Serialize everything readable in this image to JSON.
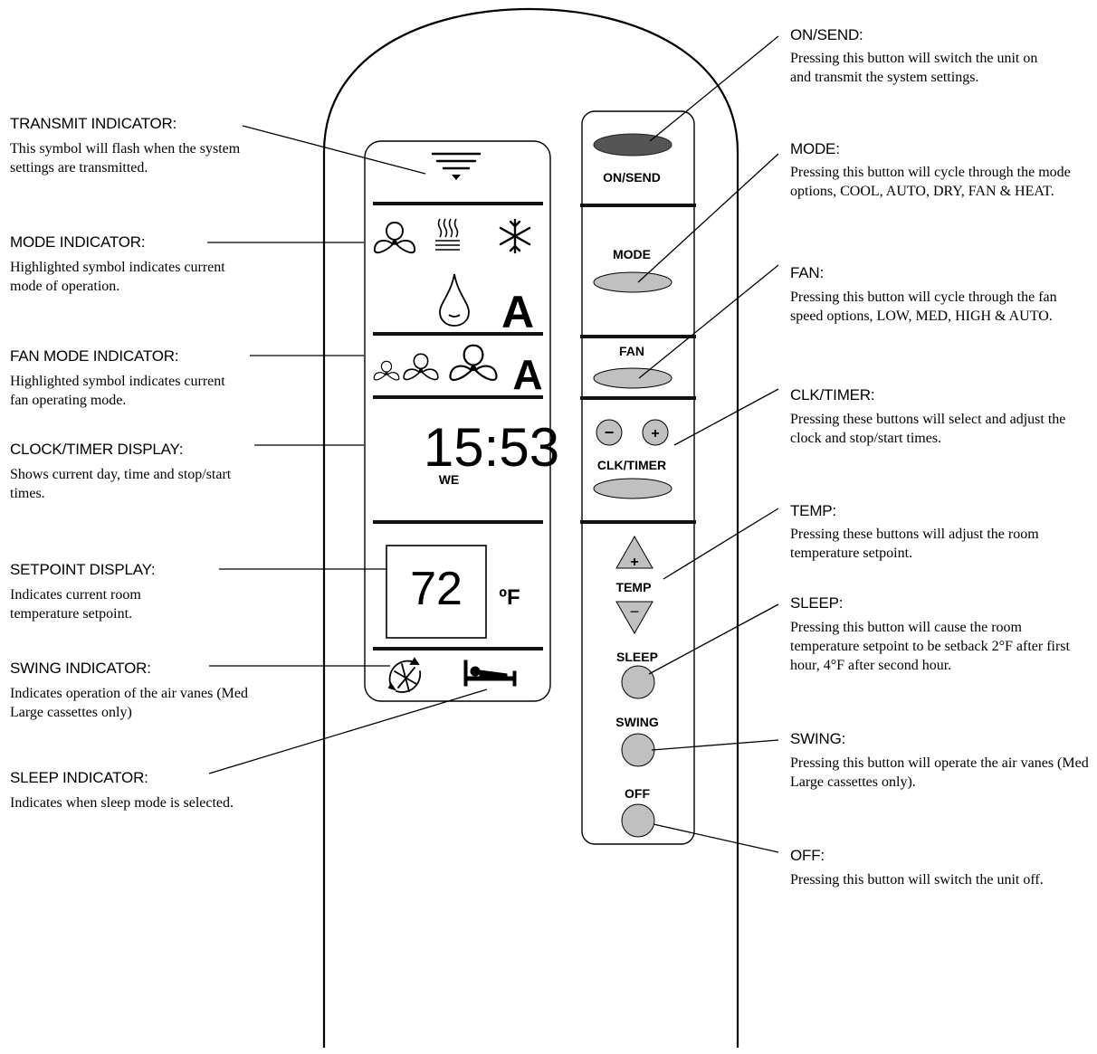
{
  "left_labels": [
    {
      "id": "transmit",
      "title": "TRANSMIT INDICATOR:",
      "desc": "This symbol will flash when the system settings are transmitted."
    },
    {
      "id": "mode",
      "title": "MODE INDICATOR:",
      "desc": "Highlighted symbol indicates current mode of operation."
    },
    {
      "id": "fanmode",
      "title": "FAN MODE INDICATOR:",
      "desc": "Highlighted symbol indicates current fan operating mode."
    },
    {
      "id": "clock",
      "title": "CLOCK/TIMER DISPLAY:",
      "desc": "Shows current day, time and stop/start times."
    },
    {
      "id": "setpoint",
      "title": "SETPOINT DISPLAY:",
      "desc": "Indicates current room temperature setpoint."
    },
    {
      "id": "swing",
      "title": "SWING INDICATOR:",
      "desc": "Indicates operation of the air vanes (Med Large cassettes only)"
    },
    {
      "id": "sleep",
      "title": "SLEEP INDICATOR:",
      "desc": "Indicates when sleep mode is selected."
    }
  ],
  "right_labels": [
    {
      "id": "onsend",
      "title": "ON/SEND:",
      "desc": "Pressing this button will switch the unit on and transmit the system settings."
    },
    {
      "id": "mode",
      "title": "MODE:",
      "desc": "Pressing this button will cycle through the mode options, COOL, AUTO, DRY, FAN & HEAT."
    },
    {
      "id": "fan",
      "title": "FAN:",
      "desc": "Pressing this button will cycle through the fan speed options, LOW, MED, HIGH & AUTO."
    },
    {
      "id": "clk",
      "title": "CLK/TIMER:",
      "desc": "Pressing these buttons will select and adjust the clock and stop/start times."
    },
    {
      "id": "temp",
      "title": "TEMP:",
      "desc": "Pressing these buttons will adjust the room temperature setpoint."
    },
    {
      "id": "sleep",
      "title": "SLEEP:",
      "desc": "Pressing this button will cause the room temperature setpoint to be setback 2°F after first hour, 4°F after second hour."
    },
    {
      "id": "swing",
      "title": "SWING:",
      "desc": "Pressing this button will operate the air vanes (Med Large cassettes only)."
    },
    {
      "id": "off",
      "title": "OFF:",
      "desc": "Pressing this button will switch the unit off."
    }
  ],
  "display": {
    "mode_auto_letter": "A",
    "fan_auto_letter": "A",
    "clock_time": "15:53",
    "clock_day": "WE",
    "setpoint_value": "72",
    "setpoint_unit": "ºF"
  },
  "buttons": {
    "onsend": "ON/SEND",
    "mode": "MODE",
    "fan": "FAN",
    "minus": "−",
    "plus": "+",
    "clk_timer": "CLK/TIMER",
    "temp": "TEMP",
    "temp_up": "+",
    "temp_down": "−",
    "sleep": "SLEEP",
    "swing": "SWING",
    "off": "OFF"
  },
  "colors": {
    "outline": "#000000",
    "button_fill": "#c0c0c0",
    "onsend_fill": "#555555",
    "divider": "#111111"
  }
}
